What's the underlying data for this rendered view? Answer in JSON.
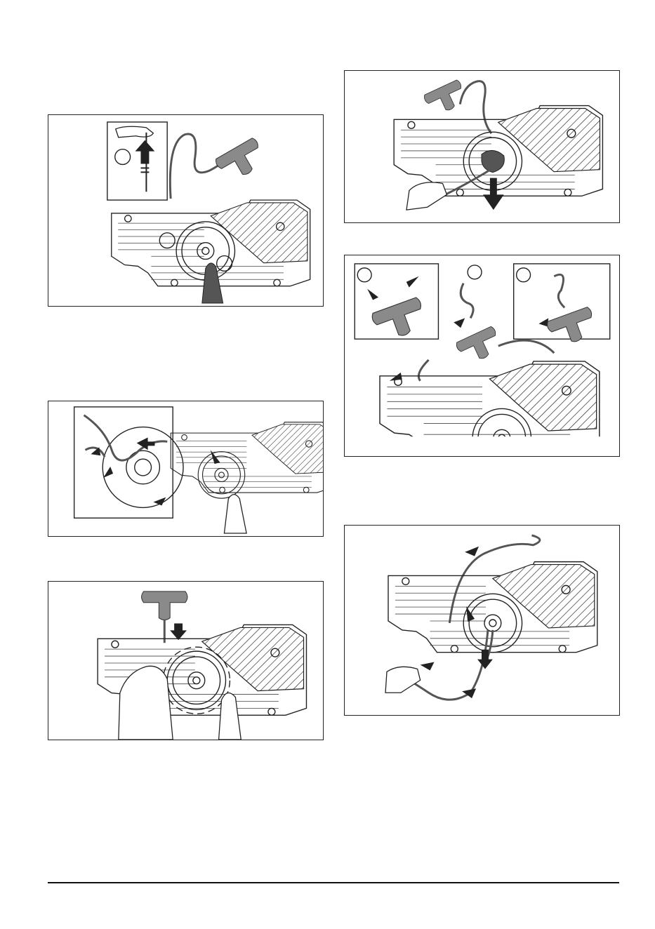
{
  "page": {
    "background": "#ffffff",
    "line_color": "#222222",
    "accent_gray": "#8a8a8a"
  },
  "figures": [
    {
      "id": "starter-pawl-removal",
      "icon": "tool-lift-arrow"
    },
    {
      "id": "rope-winding",
      "icon": "spring-arrows"
    },
    {
      "id": "pulley-tension",
      "icon": "handle-down-arrow"
    },
    {
      "id": "rope-pull-out",
      "icon": "down-arrow"
    },
    {
      "id": "handle-knot",
      "icon": "knot-detail"
    },
    {
      "id": "rope-routing",
      "icon": "routing-arrows"
    }
  ]
}
